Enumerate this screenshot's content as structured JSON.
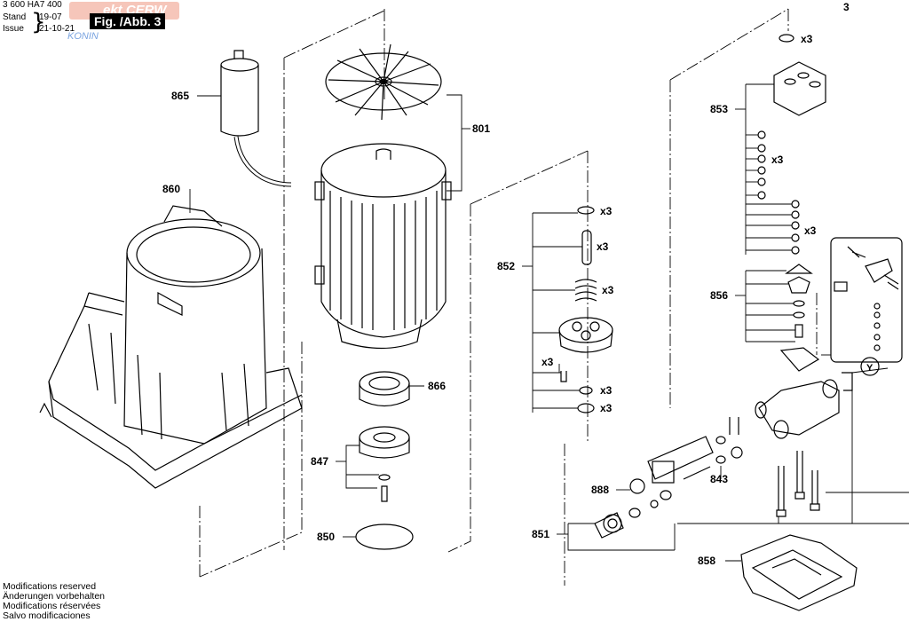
{
  "header": {
    "doc_number": "3 600 HA7 400",
    "stand_label": "Stand",
    "stand_value": "19-07",
    "issue_label": "Issue",
    "issue_value": "21-10-21",
    "figure_label": "Fig. /Abb. 3",
    "watermark": "ekt CERW",
    "watermark_sub": "KONIN"
  },
  "footer": {
    "lines": [
      "Modifications reserved",
      "Änderungen vorbehalten",
      "Modifications réservées",
      "Salvo modificaciones"
    ]
  },
  "parts": {
    "p865": "865",
    "p860": "860",
    "p801": "801",
    "p866": "866",
    "p847": "847",
    "p850": "850",
    "p852": "852",
    "p853": "853",
    "p856": "856",
    "p888": "888",
    "p843": "843",
    "p851": "851",
    "p858": "858",
    "detail_y": "Y",
    "p3": "3"
  },
  "quantity": "x3"
}
